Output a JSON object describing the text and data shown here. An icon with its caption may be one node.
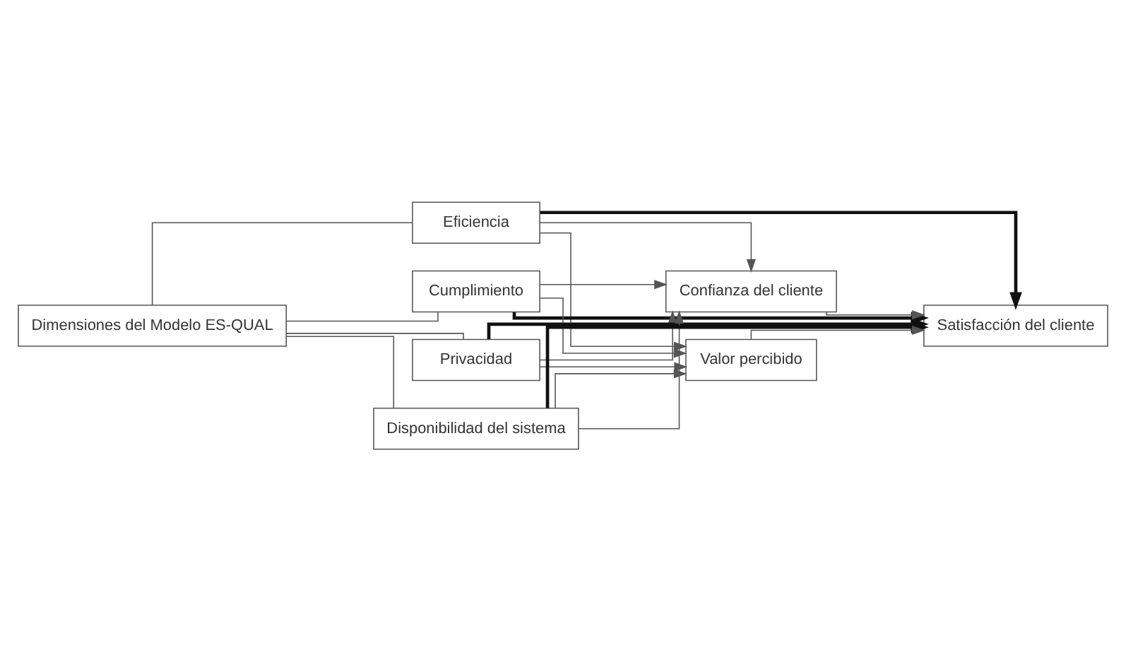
{
  "diagram": {
    "nodes": [
      {
        "text": [
          "Dimensiones del Modelo ES-QUAL"
        ]
      },
      {
        "text": [
          "Eficiencia"
        ]
      },
      {
        "text": [
          "Cumplimiento"
        ]
      },
      {
        "text": [
          "Privacidad"
        ]
      },
      {
        "text": [
          "Disponibilidad del sistema"
        ]
      },
      {
        "text": [
          "Confianza del cliente"
        ]
      },
      {
        "text": [
          "Satisfacción del cliente"
        ]
      },
      {
        "text": [
          "Valor percibido"
        ]
      }
    ],
    "edges": [
      {
        "from": 0,
        "to": 1,
        "arrow": "none"
      },
      {
        "from": 0,
        "to": 2,
        "arrow": "none"
      },
      {
        "from": 0,
        "to": 3,
        "arrow": "none"
      },
      {
        "from": 0,
        "to": 4,
        "arrow": "none"
      },
      {
        "from": 1,
        "to": 5,
        "arrow": "to"
      },
      {
        "from": 2,
        "to": 5,
        "arrow": "to"
      },
      {
        "from": 3,
        "to": 5,
        "arrow": "to"
      },
      {
        "from": 4,
        "to": 5,
        "arrow": "to"
      },
      {
        "from": 1,
        "to": 6,
        "arrow": "to",
        "style": "thick"
      },
      {
        "from": 2,
        "to": 6,
        "arrow": "to",
        "style": "thick"
      },
      {
        "from": 3,
        "to": 6,
        "arrow": "to",
        "style": "thick"
      },
      {
        "from": 4,
        "to": 6,
        "arrow": "to",
        "style": "thick"
      },
      {
        "from": 1,
        "to": 7,
        "arrow": "to"
      },
      {
        "from": 2,
        "to": 7,
        "arrow": "to"
      },
      {
        "from": 3,
        "to": 7,
        "arrow": "to"
      },
      {
        "from": 4,
        "to": 7,
        "arrow": "to"
      },
      {
        "from": 5,
        "to": 6,
        "arrow": "to"
      },
      {
        "from": 7,
        "to": 6,
        "arrow": "to"
      }
    ]
  }
}
